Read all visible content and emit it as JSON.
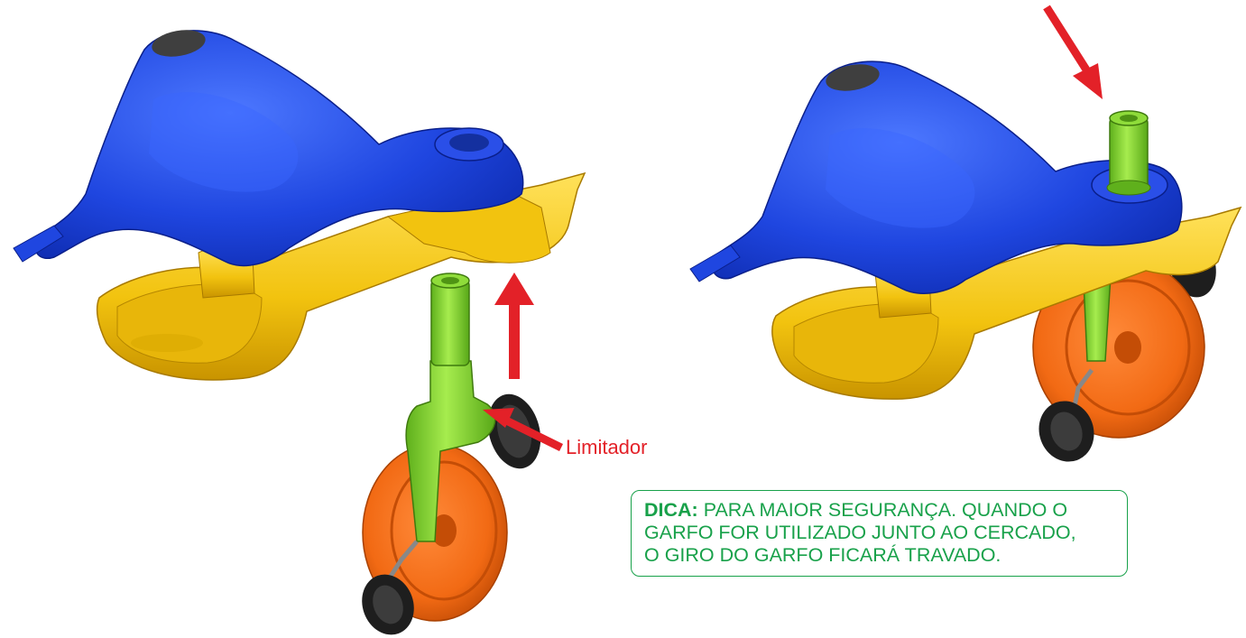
{
  "callout": {
    "limitador": "Limitador"
  },
  "tip": {
    "title": "DICA:",
    "line1": "PARA MAIOR SEGURANÇA. QUANDO O",
    "line2": "GARFO FOR UTILIZADO JUNTO AO CERCADO,",
    "line3": "O GIRO DO GARFO FICARÁ TRAVADO."
  },
  "colors": {
    "body_blue": "#1f46e0",
    "tray_yellow": "#f2c30f",
    "fork_green": "#7bd12a",
    "wheel_orange": "#f26a14",
    "tire_black": "#1e1e1e",
    "arrow_red": "#e32128",
    "tip_green": "#18a14a"
  }
}
